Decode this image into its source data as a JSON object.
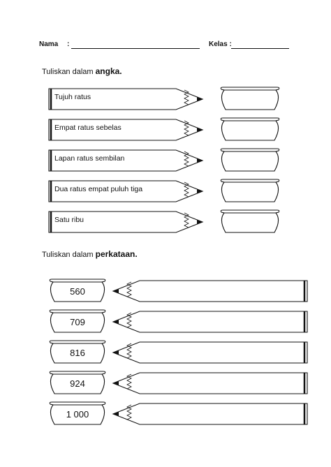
{
  "header": {
    "nama_label": "Nama",
    "nama_colon": ":",
    "kelas_label": "Kelas :"
  },
  "section1": {
    "instruction_plain": "Tuliskan dalam ",
    "instruction_bold": "angka.",
    "items": [
      "Tujuh ratus",
      "Empat ratus sebelas",
      "Lapan ratus sembilan",
      "Dua ratus empat puluh tiga",
      "Satu ribu"
    ]
  },
  "section2": {
    "instruction_plain": "Tuliskan dalam ",
    "instruction_bold": "perkataan.",
    "numbers": [
      "560",
      "709",
      "816",
      "924",
      "1 000"
    ]
  }
}
